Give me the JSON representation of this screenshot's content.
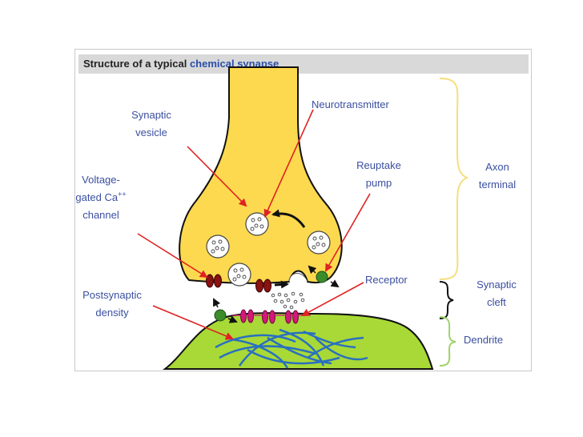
{
  "title": {
    "prefix": "Structure of a typical",
    "link": "chemical synapse"
  },
  "labels": {
    "synaptic_vesicle": [
      "Synaptic",
      "vesicle"
    ],
    "neurotransmitter": "Neurotransmitter",
    "voltage_gated": [
      "Voltage-",
      "gated Ca",
      "++",
      "channel"
    ],
    "reuptake_pump": [
      "Reuptake",
      "pump"
    ],
    "receptor": "Receptor",
    "postsynaptic_density": [
      "Postsynaptic",
      "density"
    ],
    "axon_terminal": [
      "Axon",
      "terminal"
    ],
    "synaptic_cleft": [
      "Synaptic",
      "cleft"
    ],
    "dendrite": "Dendrite"
  },
  "colors": {
    "axon": "#fdd94f",
    "dendrite": "#a8d936",
    "arrow": "#e02222",
    "label": "#3b4fa0",
    "channel": "#8a1212",
    "receptor": "#d2197a",
    "pump": "#3c8c2c",
    "axon_brace": "#f6de7e",
    "cleft_brace": "#111111",
    "dendrite_brace": "#9fd36a",
    "title_bar": "#d9d9d9"
  }
}
